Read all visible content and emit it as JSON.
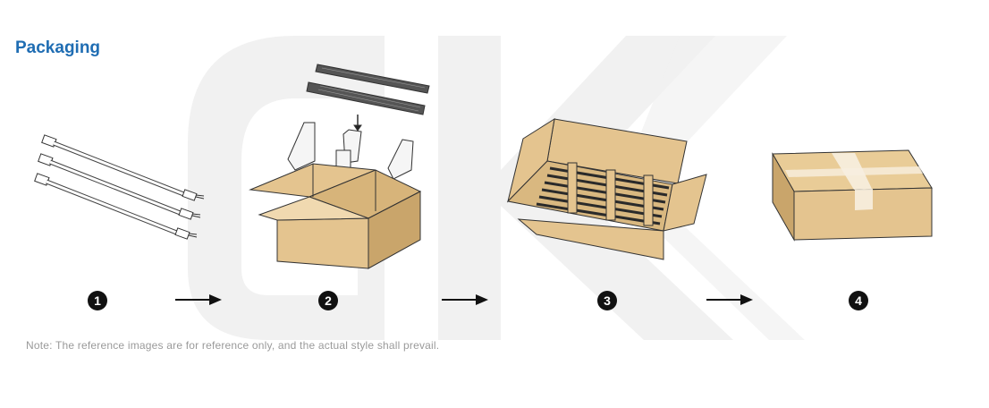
{
  "title": "Packaging",
  "steps": [
    "1",
    "2",
    "3",
    "4"
  ],
  "note": "Note: The reference images are for reference only, and the actual style shall prevail.",
  "watermark": "GK",
  "colors": {
    "title": "#1f6db3",
    "cardboard": "#e4c48f",
    "cardboard_dark": "#c9a56b",
    "outline": "#333333",
    "cable": "#444444"
  }
}
